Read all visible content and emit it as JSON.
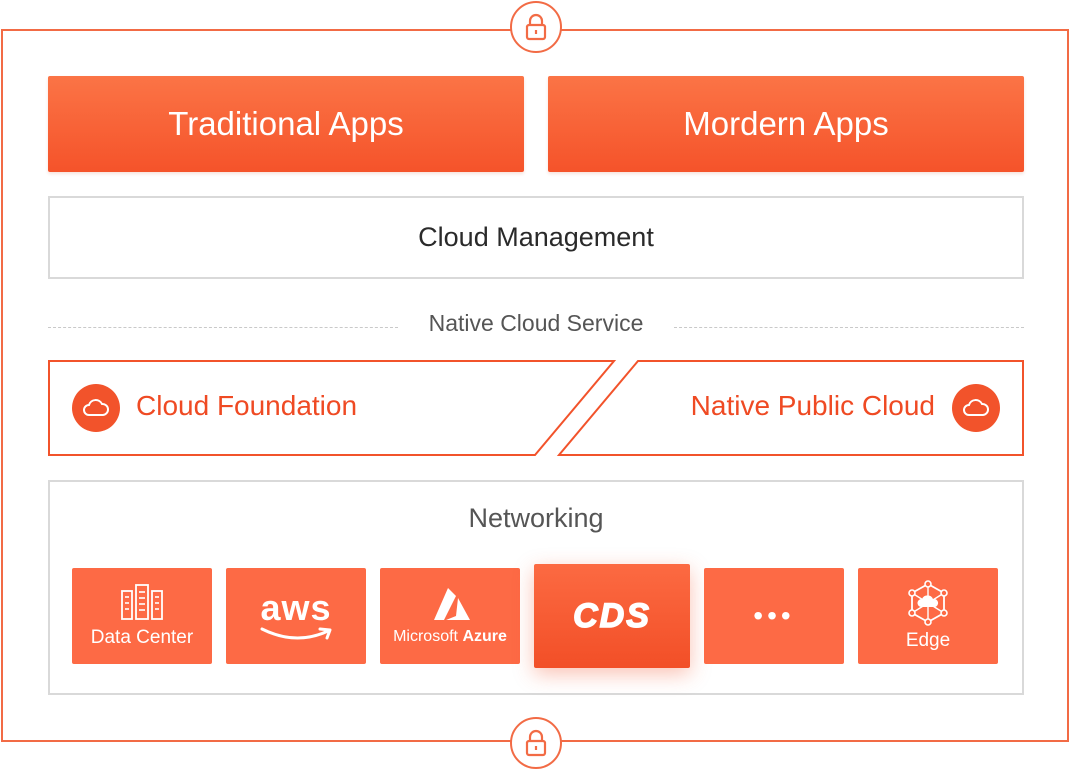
{
  "apps": {
    "traditional": "Traditional Apps",
    "modern": "Mordern Apps"
  },
  "management": "Cloud Management",
  "native_service": {
    "label": "Native Cloud Service",
    "foundation": "Cloud Foundation",
    "public_cloud": "Native Public Cloud"
  },
  "networking": {
    "title": "Networking",
    "tiles": [
      {
        "caption": "Data Center",
        "icon": "server-icon"
      },
      {
        "caption": "aws",
        "icon": "aws-logo"
      },
      {
        "caption": "Microsoft",
        "caption_bold": "Azure",
        "icon": "azure-logo"
      },
      {
        "caption": "CDS",
        "icon": "cds-logo"
      },
      {
        "caption": "•••",
        "icon": "more-icon"
      },
      {
        "caption": "Edge",
        "icon": "edge-network-icon"
      }
    ]
  },
  "colors": {
    "accent": "#f2532b",
    "border": "#d9d9d9",
    "frame": "#f26b45"
  }
}
